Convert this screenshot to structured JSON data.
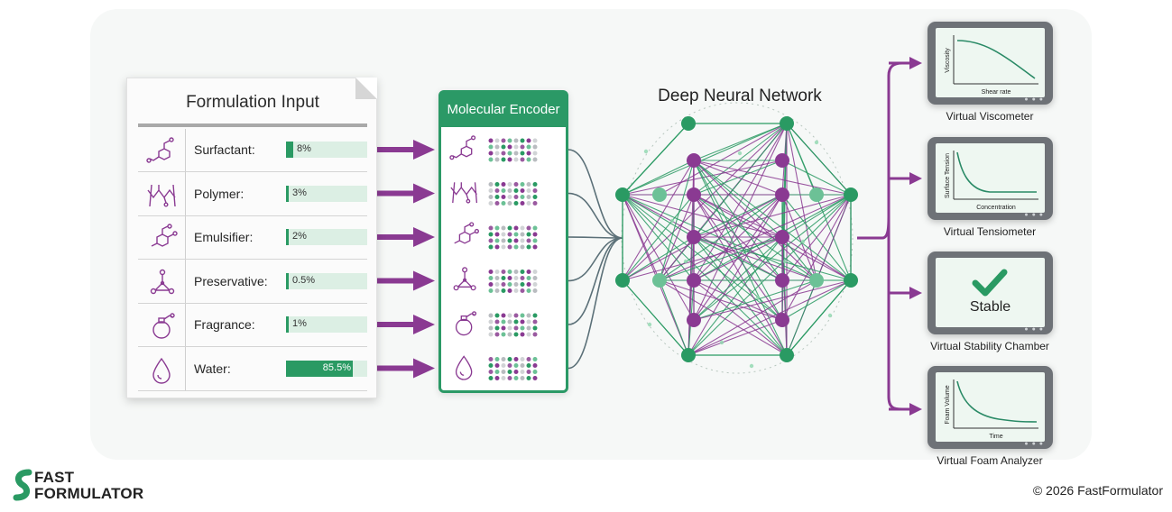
{
  "input": {
    "title": "Formulation Input",
    "rows": [
      {
        "label": "Surfactant:",
        "value": "8%",
        "pct": 8,
        "icon": "surfactant-molecule-icon"
      },
      {
        "label": "Polymer:",
        "value": "3%",
        "pct": 3,
        "icon": "polymer-chain-icon"
      },
      {
        "label": "Emulsifier:",
        "value": "2%",
        "pct": 2,
        "icon": "emulsifier-molecule-icon"
      },
      {
        "label": "Preservative:",
        "value": "0.5%",
        "pct": 0.5,
        "icon": "preservative-molecule-icon"
      },
      {
        "label": "Fragrance:",
        "value": "1%",
        "pct": 1,
        "icon": "perfume-bottle-icon"
      },
      {
        "label": "Water:",
        "value": "85.5%",
        "pct": 85.5,
        "icon": "water-drop-icon"
      }
    ]
  },
  "encoder": {
    "title": "Molecular Encoder"
  },
  "network": {
    "title": "Deep Neural Network"
  },
  "instruments": [
    {
      "label": "Virtual Viscometer",
      "xlabel": "Shear rate",
      "ylabel": "Viscosity"
    },
    {
      "label": "Virtual Tensiometer",
      "xlabel": "Concentration",
      "ylabel": "Surface Tension"
    },
    {
      "label": "Virtual Stability Chamber",
      "status": "Stable"
    },
    {
      "label": "Virtual Foam Analyzer",
      "xlabel": "Time",
      "ylabel": "Foam Volume"
    }
  ],
  "brand": {
    "line1": "FAST",
    "line2": "FORMULATOR"
  },
  "footer": {
    "copyright": "© 2026 FastFormulator"
  },
  "colors": {
    "green": "#2a9a63",
    "purple": "#8a3a92",
    "light_green": "#6cc196",
    "slate": "#5b7078"
  }
}
